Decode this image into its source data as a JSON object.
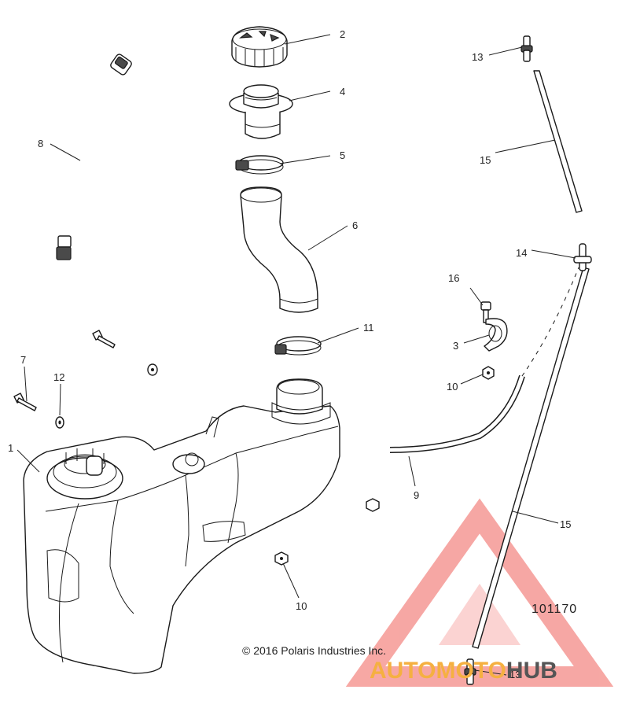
{
  "diagram": {
    "drawing_number": "101170",
    "copyright": "© 2016 Polaris Industries Inc.",
    "callouts": [
      "1",
      "2",
      "3",
      "4",
      "5",
      "6",
      "7",
      "8",
      "9",
      "10",
      "10",
      "11",
      "12",
      "13",
      "13",
      "14",
      "15",
      "15",
      "16"
    ]
  },
  "watermark": {
    "text_part1": "AUTOMOTO",
    "text_part2": "HUB",
    "color_primary": "#f0605a",
    "color_accent": "#f5b041",
    "color_dark": "#555555"
  }
}
